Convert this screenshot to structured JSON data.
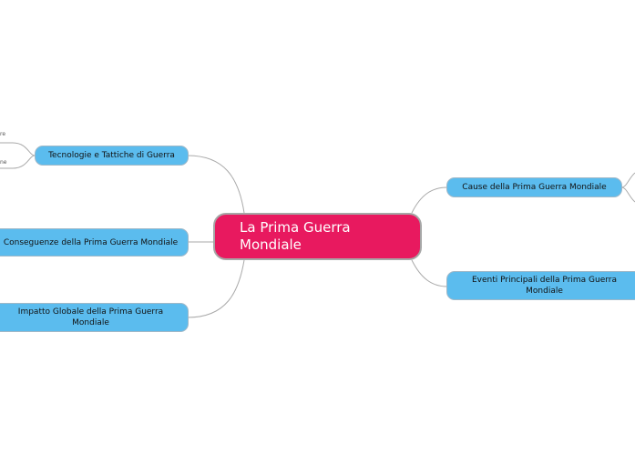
{
  "central": {
    "label": "La Prima Guerra Mondiale"
  },
  "branches": {
    "tecnologie": "Tecnologie e Tattiche di Guerra",
    "conseguenze": "Conseguenze della Prima Guerra Mondiale",
    "impatto": "Impatto Globale della Prima Guerra Mondiale",
    "cause": "Cause della Prima Guerra Mondiale",
    "eventi": "Eventi Principali della Prima Guerra Mondiale"
  },
  "subitems": {
    "tecnologie_1": "re",
    "tecnologie_2": "ne"
  },
  "colors": {
    "central_fill": "#e8195f",
    "branch_fill": "#5bbcee",
    "connector": "#aaaaaa"
  }
}
